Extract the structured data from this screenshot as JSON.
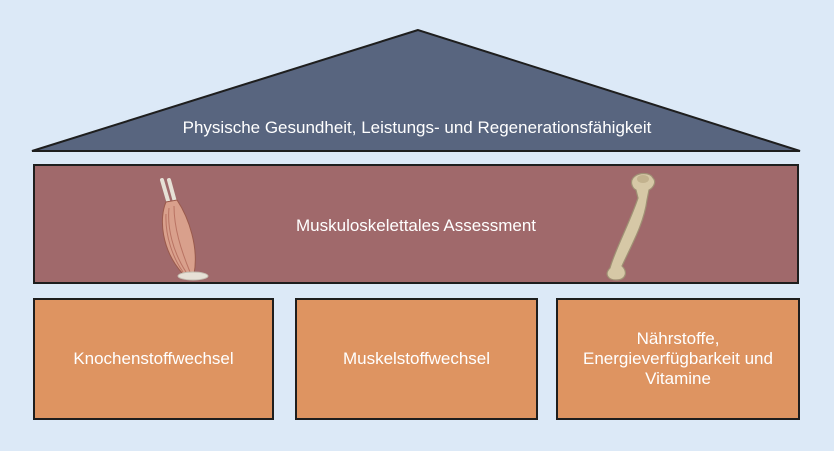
{
  "roof": {
    "label": "Physische Gesundheit, Leistungs- und Regenerationsfähigkeit"
  },
  "beam": {
    "label": "Muskuloskelettales Assessment"
  },
  "pillars": [
    {
      "label": "Knochenstoffwechsel"
    },
    {
      "label": "Muskelstoffwechsel"
    },
    {
      "label": "Nährstoffe, Energieverfügbarkeit und Vitamine"
    }
  ],
  "colors": {
    "roof": "#58657f",
    "beam": "#a0696b",
    "pillar": "#de9461",
    "background": "#dce9f7",
    "border": "#1e1e1e"
  },
  "icons": [
    "muscle-icon",
    "femur-bone-icon"
  ]
}
